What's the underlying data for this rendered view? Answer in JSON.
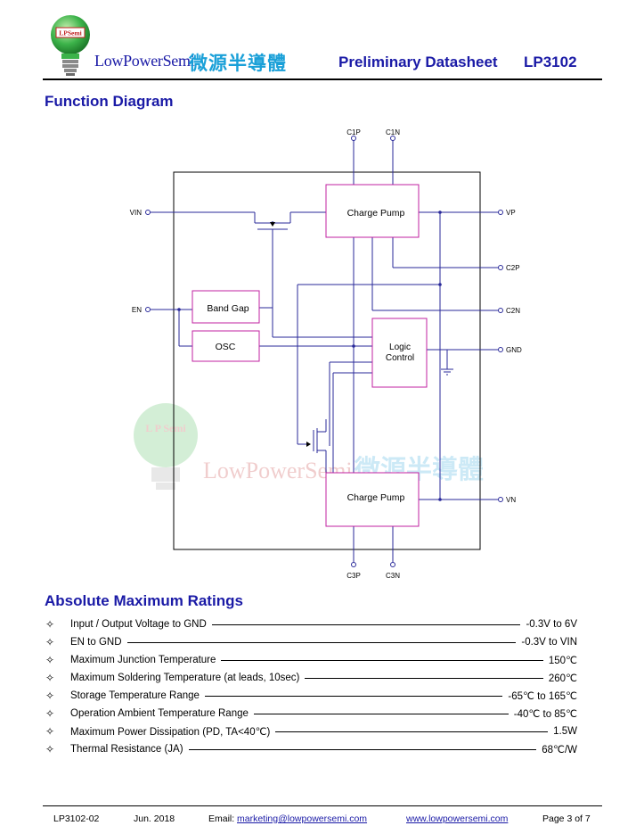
{
  "header": {
    "logo_badge": "LPSemi",
    "company_name": "LowPowerSemi",
    "company_name_cn": "微源半導體",
    "doc_title": "Preliminary Datasheet",
    "part_number": "LP3102"
  },
  "function_diagram": {
    "title": "Function Diagram",
    "pins": {
      "c1p": "C1P",
      "c1n": "C1N",
      "vin": "VIN",
      "vp": "VP",
      "c2p": "C2P",
      "c2n": "C2N",
      "en": "EN",
      "gnd": "GND",
      "vn": "VN",
      "c3p": "C3P",
      "c3n": "C3N"
    },
    "blocks": {
      "charge_pump_top": "Charge Pump",
      "band_gap": "Band Gap",
      "osc": "OSC",
      "logic_control_line1": "Logic",
      "logic_control_line2": "Control",
      "charge_pump_bottom": "Charge Pump"
    },
    "watermark": {
      "badge": "L P Semi",
      "company": "LowPowerSemi",
      "company_cn": "微源半導體"
    }
  },
  "absolute_max_ratings": {
    "title": "Absolute Maximum Ratings",
    "bullet": "✧",
    "items": [
      {
        "param": "Input / Output Voltage to GND",
        "value": "-0.3V to 6V"
      },
      {
        "param": "EN to GND",
        "value": "-0.3V to VIN"
      },
      {
        "param": "Maximum Junction Temperature",
        "value": "150℃"
      },
      {
        "param": "Maximum Soldering Temperature (at leads, 10sec)",
        "value": "260℃"
      },
      {
        "param": "Storage Temperature Range",
        "value": "-65℃ to 165℃"
      },
      {
        "param": "Operation Ambient Temperature Range",
        "value": "-40℃ to 85℃"
      },
      {
        "param": "Maximum Power Dissipation (PD, TA<40℃)",
        "value": "1.5W"
      },
      {
        "param": "Thermal Resistance (JA)",
        "value": "68℃/W"
      }
    ]
  },
  "footer": {
    "doc_code": "LP3102-02",
    "date": "Jun. 2018",
    "email_label": "Email:",
    "email": "marketing@lowpowersemi.com",
    "website": "www.lowpowersemi.com",
    "page": "Page 3 of 7"
  },
  "colors": {
    "heading_blue": "#1a1aa6",
    "block_magenta": "#c020a0",
    "wire_blue": "#2a2a9a",
    "logo_green": "#3cb34a"
  }
}
